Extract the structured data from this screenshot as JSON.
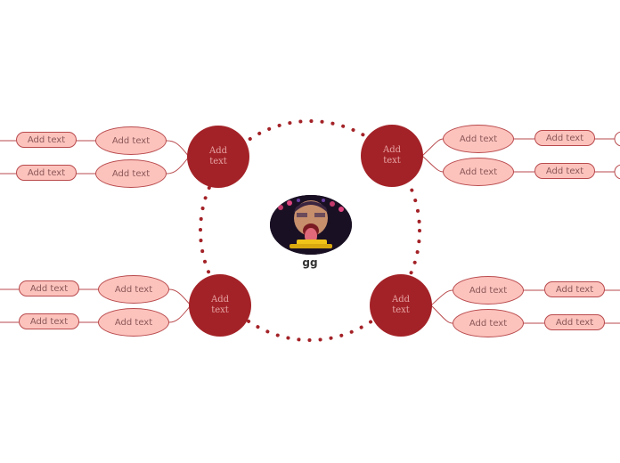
{
  "center": {
    "label": "gg",
    "image": "person-tongue-out-photo"
  },
  "main_topics": [
    {
      "label": "Add text"
    },
    {
      "label": "Add text"
    },
    {
      "label": "Add text"
    },
    {
      "label": "Add text"
    }
  ],
  "subtopics": [
    {
      "label": "Add text"
    },
    {
      "label": "Add text"
    },
    {
      "label": "Add text"
    },
    {
      "label": "Add text"
    },
    {
      "label": "Add text"
    },
    {
      "label": "Add text"
    },
    {
      "label": "Add text"
    },
    {
      "label": "Add text"
    }
  ],
  "leaves": [
    {
      "label": "Add text"
    },
    {
      "label": "Add text"
    },
    {
      "label": "Add text"
    },
    {
      "label": "Add text"
    },
    {
      "label": "Add text"
    },
    {
      "label": "Add text"
    },
    {
      "label": "Add text"
    },
    {
      "label": "Add text"
    }
  ],
  "colors": {
    "main_fill": "#a32227",
    "sub_fill": "#fcc3bd",
    "line": "#b94a4d",
    "dots": "#a32227"
  }
}
